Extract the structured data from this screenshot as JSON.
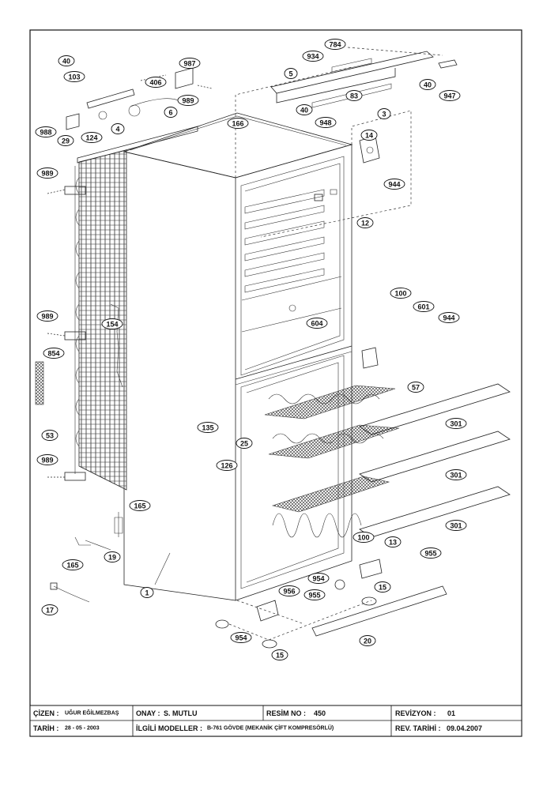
{
  "callouts": [
    {
      "id": "c-784",
      "label": "784"
    },
    {
      "id": "c-934",
      "label": "934"
    },
    {
      "id": "c-5",
      "label": "5"
    },
    {
      "id": "c-40a",
      "label": "40"
    },
    {
      "id": "c-947",
      "label": "947"
    },
    {
      "id": "c-83",
      "label": "83"
    },
    {
      "id": "c-40b",
      "label": "40"
    },
    {
      "id": "c-3",
      "label": "3"
    },
    {
      "id": "c-948",
      "label": "948"
    },
    {
      "id": "c-40c",
      "label": "40"
    },
    {
      "id": "c-987",
      "label": "987"
    },
    {
      "id": "c-103",
      "label": "103"
    },
    {
      "id": "c-406",
      "label": "406"
    },
    {
      "id": "c-989a",
      "label": "989"
    },
    {
      "id": "c-6",
      "label": "6"
    },
    {
      "id": "c-4",
      "label": "4"
    },
    {
      "id": "c-988",
      "label": "988"
    },
    {
      "id": "c-29",
      "label": "29"
    },
    {
      "id": "c-124",
      "label": "124"
    },
    {
      "id": "c-166",
      "label": "166"
    },
    {
      "id": "c-14",
      "label": "14"
    },
    {
      "id": "c-944a",
      "label": "944"
    },
    {
      "id": "c-989b",
      "label": "989"
    },
    {
      "id": "c-12",
      "label": "12"
    },
    {
      "id": "c-100a",
      "label": "100"
    },
    {
      "id": "c-601",
      "label": "601"
    },
    {
      "id": "c-944b",
      "label": "944"
    },
    {
      "id": "c-604",
      "label": "604"
    },
    {
      "id": "c-989c",
      "label": "989"
    },
    {
      "id": "c-154",
      "label": "154"
    },
    {
      "id": "c-854",
      "label": "854"
    },
    {
      "id": "c-57",
      "label": "57"
    },
    {
      "id": "c-135",
      "label": "135"
    },
    {
      "id": "c-301a",
      "label": "301"
    },
    {
      "id": "c-53",
      "label": "53"
    },
    {
      "id": "c-25",
      "label": "25"
    },
    {
      "id": "c-989d",
      "label": "989"
    },
    {
      "id": "c-126",
      "label": "126"
    },
    {
      "id": "c-301b",
      "label": "301"
    },
    {
      "id": "c-165a",
      "label": "165"
    },
    {
      "id": "c-301c",
      "label": "301"
    },
    {
      "id": "c-100b",
      "label": "100"
    },
    {
      "id": "c-13",
      "label": "13"
    },
    {
      "id": "c-955a",
      "label": "955"
    },
    {
      "id": "c-165b",
      "label": "165"
    },
    {
      "id": "c-19",
      "label": "19"
    },
    {
      "id": "c-954a",
      "label": "954"
    },
    {
      "id": "c-15a",
      "label": "15"
    },
    {
      "id": "c-956",
      "label": "956"
    },
    {
      "id": "c-955b",
      "label": "955"
    },
    {
      "id": "c-1",
      "label": "1"
    },
    {
      "id": "c-17",
      "label": "17"
    },
    {
      "id": "c-954b",
      "label": "954"
    },
    {
      "id": "c-20",
      "label": "20"
    },
    {
      "id": "c-15b",
      "label": "15"
    }
  ],
  "title_block": {
    "cizen_label": "ÇİZEN :",
    "cizen_value": "UĞUR EĞİLMEZBAŞ",
    "onay_label": "ONAY :",
    "onay_value": "S. MUTLU",
    "resim_label": "RESİM NO :",
    "resim_value": "450",
    "revizyon_label": "REVİZYON :",
    "revizyon_value": "01",
    "tarih_label": "TARİH :",
    "tarih_value": "28 - 05 - 2003",
    "modeller_label": "İLGİLİ MODELLER :",
    "modeller_value": "B-761 GÖVDE (MEKANİK ÇİFT KOMPRESÖRLÜ)",
    "rev_tarihi_label": "REV. TARİHİ :",
    "rev_tarihi_value": "09.04.2007"
  }
}
